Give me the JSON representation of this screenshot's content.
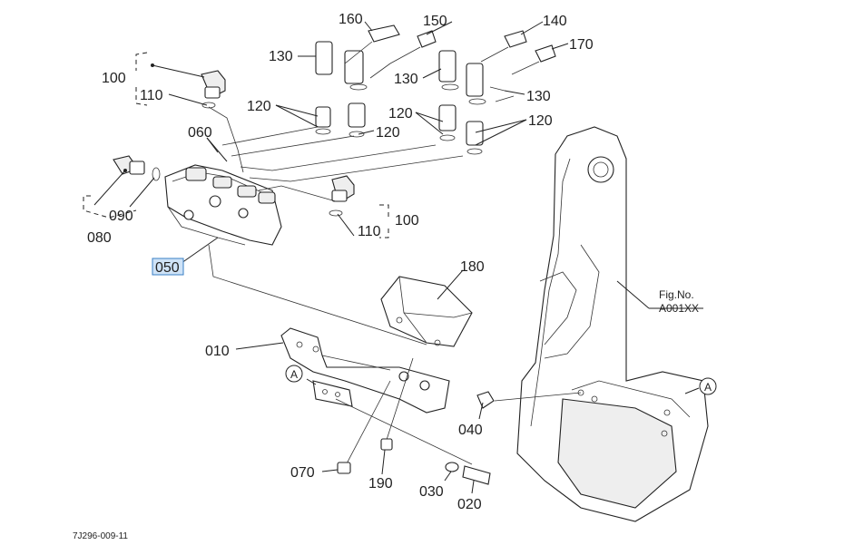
{
  "diagram": {
    "part_labels": {
      "p160": "160",
      "p150": "150",
      "p140": "140",
      "p170": "170",
      "p130a": "130",
      "p130b": "130",
      "p130c": "130",
      "p100a": "100",
      "p100b": "100",
      "p110a": "110",
      "p110b": "110",
      "p120a": "120",
      "p120b": "120",
      "p120c": "120",
      "p120d": "120",
      "p060": "060",
      "p090": "090",
      "p080": "080",
      "p050": "050",
      "p180": "180",
      "p010": "010",
      "p040": "040",
      "p070": "070",
      "p190": "190",
      "p030": "030",
      "p020": "020"
    },
    "view_marker": "A",
    "fig_no_label": "Fig.No.",
    "fig_no_value": "A001XX",
    "drawing_code": "7J296-009-11",
    "highlight_color": "#cfe3f7"
  }
}
